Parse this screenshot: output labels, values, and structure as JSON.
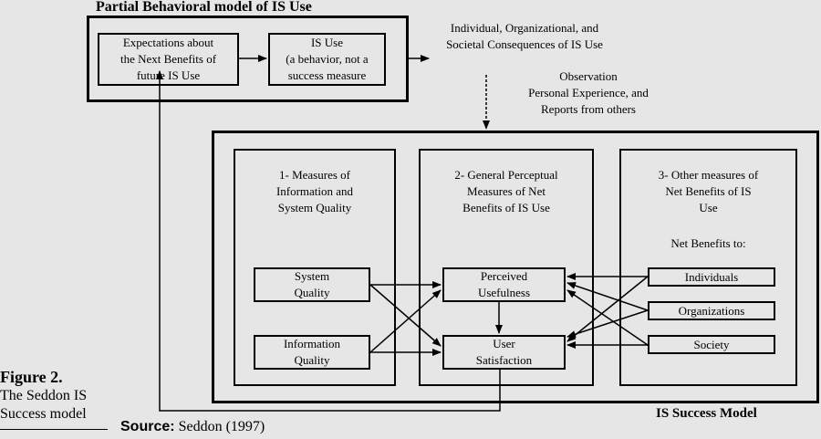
{
  "behavioral_model": {
    "title": "Partial Behavioral model of IS Use",
    "expectations_box": "Expectations about\nthe Next Benefits of\nfuture IS Use",
    "is_use_box": "IS Use\n(a behavior, not a\nsuccess measure"
  },
  "consequences_text": "Individual, Organizational, and\nSocietal Consequences of IS Use",
  "observation_text": "Observation\nPersonal Experience, and\nReports from others",
  "success_model": {
    "title": "IS Success Model",
    "panel1": {
      "heading": "1- Measures of\nInformation and\nSystem Quality",
      "system_quality": "System\nQuality",
      "information_quality": "Information\nQuality"
    },
    "panel2": {
      "heading": "2- General Perceptual\nMeasures of Net\nBenefits of IS Use",
      "perceived_usefulness": "Perceived\nUsefulness",
      "user_satisfaction": "User\nSatisfaction"
    },
    "panel3": {
      "heading": "3- Other measures of\nNet Benefits of IS\nUse",
      "net_benefits_label": "Net Benefits to:",
      "individuals": "Individuals",
      "organizations": "Organizations",
      "society": "Society"
    }
  },
  "figure_caption": {
    "label": "Figure 2.",
    "text": "The Seddon IS\nSuccess model"
  },
  "source": {
    "label": "Source:",
    "text": "Seddon (1997)"
  }
}
